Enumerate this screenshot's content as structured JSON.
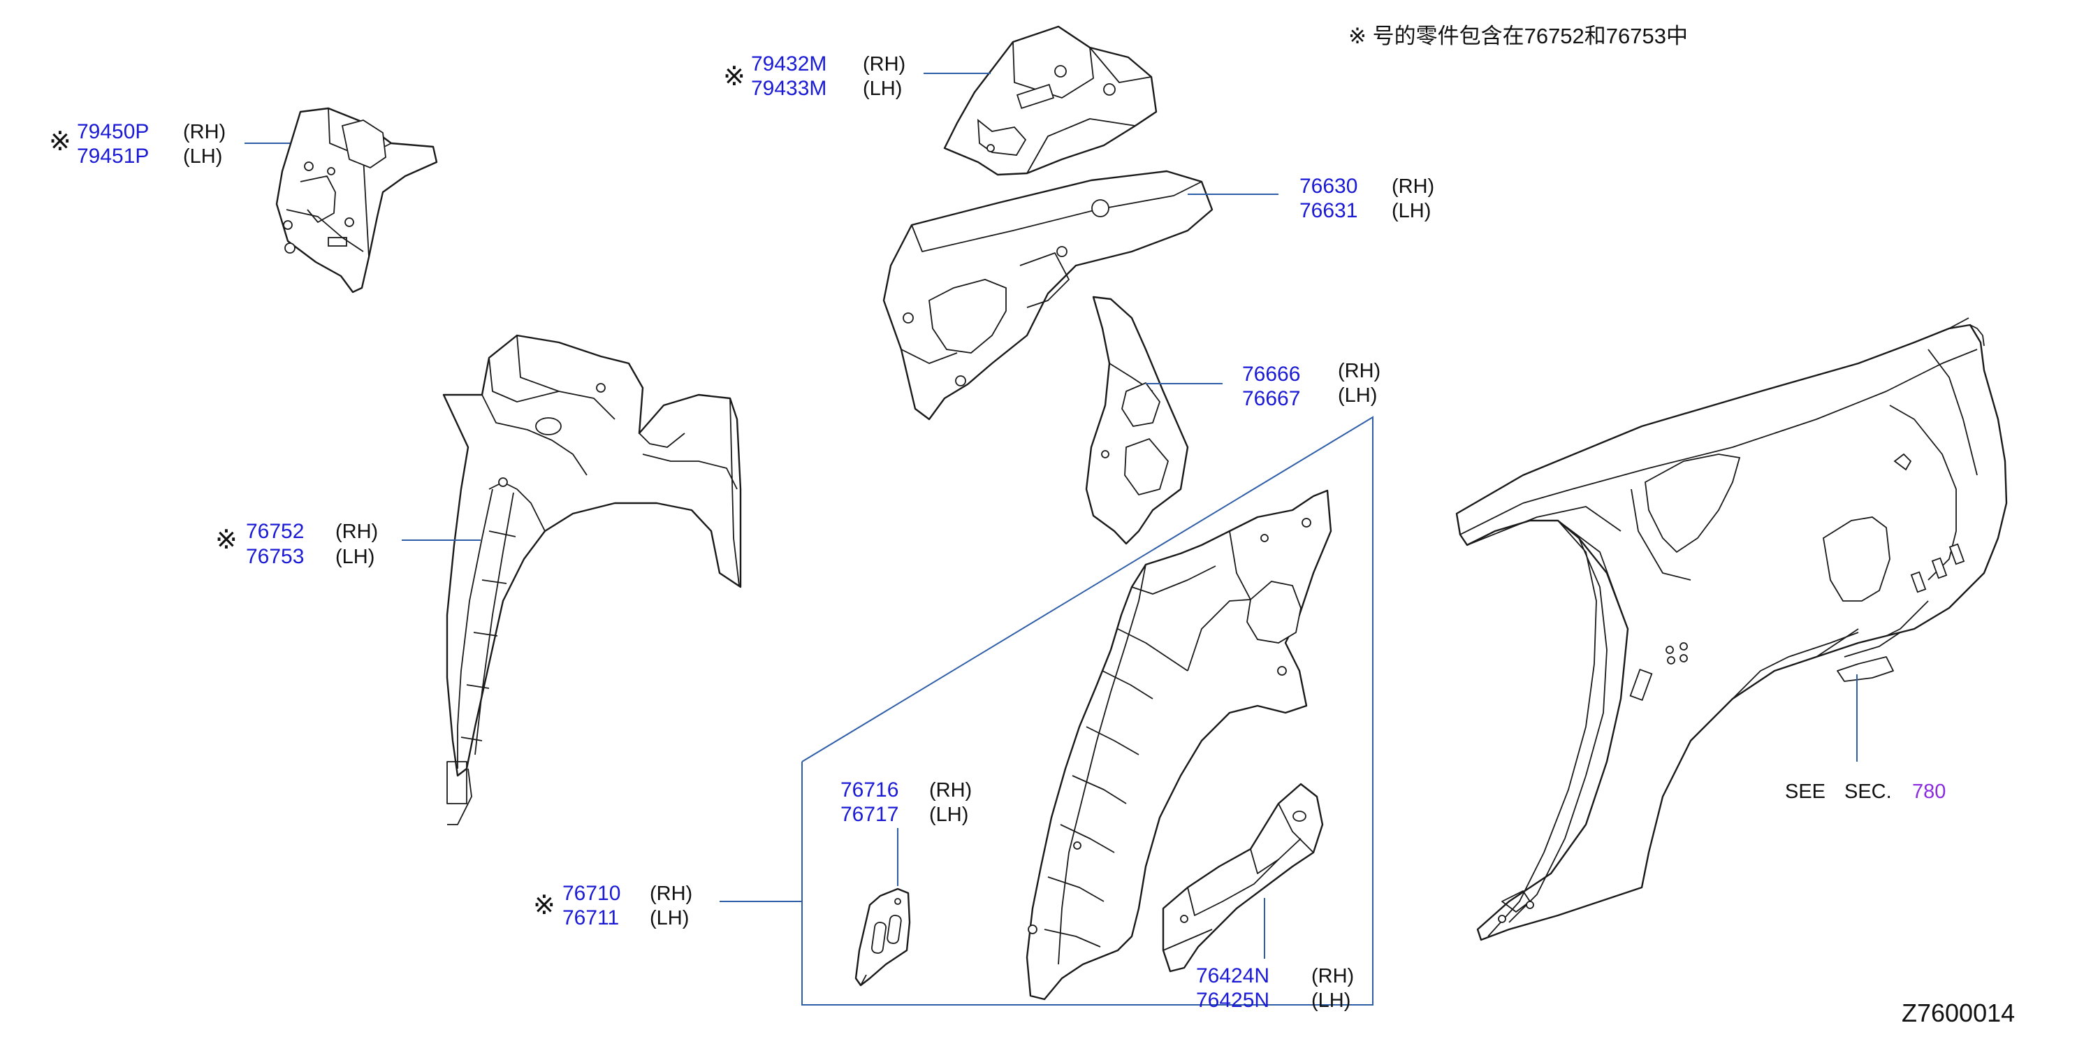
{
  "colors": {
    "part_number": "#1a1ad6",
    "section_number": "#8a2be2",
    "leader": "#2f5ea8",
    "outline": "#1a1a1a"
  },
  "note": {
    "text": "※ 号的零件包含在76752和76753中"
  },
  "symbol": "※",
  "side_labels": {
    "rh": "(RH)",
    "lh": "(LH)"
  },
  "callouts": [
    {
      "id": "c1",
      "marked": true,
      "rh": "79450P",
      "lh": "79451P"
    },
    {
      "id": "c2",
      "marked": true,
      "rh": "79432M",
      "lh": "79433M"
    },
    {
      "id": "c3",
      "marked": false,
      "rh": "76630",
      "lh": "76631"
    },
    {
      "id": "c4",
      "marked": false,
      "rh": "76666",
      "lh": "76667"
    },
    {
      "id": "c5",
      "marked": true,
      "rh": "76752",
      "lh": "76753"
    },
    {
      "id": "c6",
      "marked": false,
      "rh": "76716",
      "lh": "76717"
    },
    {
      "id": "c7",
      "marked": true,
      "rh": "76710",
      "lh": "76711"
    },
    {
      "id": "c8",
      "marked": false,
      "rh": "76424N",
      "lh": "76425N"
    }
  ],
  "see_section": {
    "see": "SEE",
    "sec": "SEC.",
    "number": "780"
  },
  "diagram_id": "Z7600014",
  "parts": [
    {
      "name": "upper-left-bracket"
    },
    {
      "name": "top-center-bracket"
    },
    {
      "name": "long-upper-rail"
    },
    {
      "name": "small-side-brace"
    },
    {
      "name": "left-wheelhouse-assembly"
    },
    {
      "name": "inner-wheelhouse-panel"
    },
    {
      "name": "small-reinforcement-plate"
    },
    {
      "name": "lower-extension"
    },
    {
      "name": "rear-quarter-body-panel"
    }
  ]
}
